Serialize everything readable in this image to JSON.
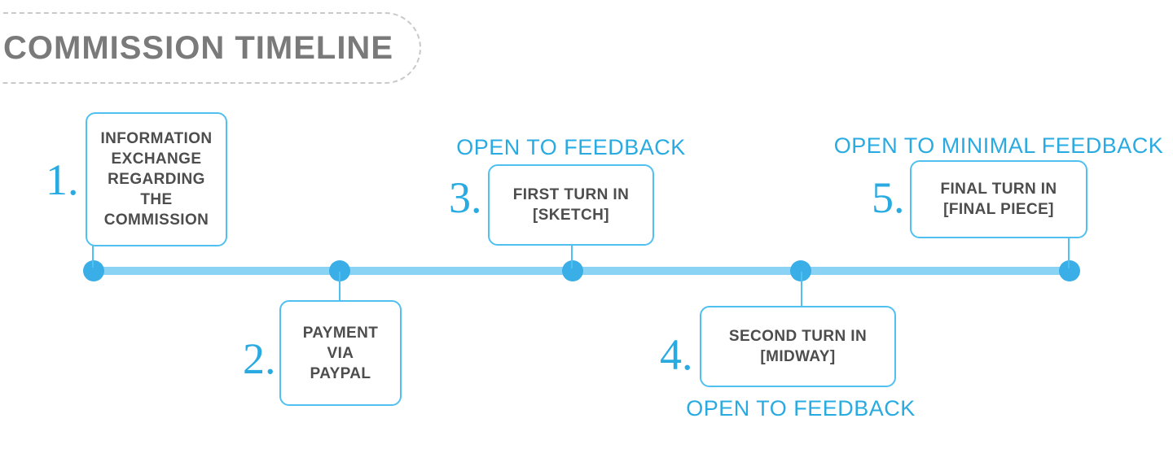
{
  "title": "COMMISSION TIMELINE",
  "colors": {
    "accent_blue": "#29ABE2",
    "box_border_blue": "#4FC0EF",
    "timeline_bar_blue": "#8BD3F5",
    "dot_blue": "#3AAEE7",
    "box_text_gray": "#4D4D4D",
    "title_gray": "#7A7A7A",
    "dashed_border_gray": "#C9C9C9"
  },
  "steps": [
    {
      "number": "1.",
      "label": "INFORMATION\nEXCHANGE\nREGARDING\nTHE\nCOMMISSION",
      "side": "above",
      "feedback": ""
    },
    {
      "number": "2.",
      "label": "PAYMENT\nVIA\nPAYPAL",
      "side": "below",
      "feedback": ""
    },
    {
      "number": "3.",
      "label": "FIRST TURN IN\n[SKETCH]",
      "side": "above",
      "feedback": "OPEN TO FEEDBACK"
    },
    {
      "number": "4.",
      "label": "SECOND TURN IN\n[MIDWAY]",
      "side": "below",
      "feedback": "OPEN TO FEEDBACK"
    },
    {
      "number": "5.",
      "label": "FINAL TURN IN\n[FINAL PIECE]",
      "side": "above",
      "feedback": "OPEN TO MINIMAL FEEDBACK"
    }
  ]
}
